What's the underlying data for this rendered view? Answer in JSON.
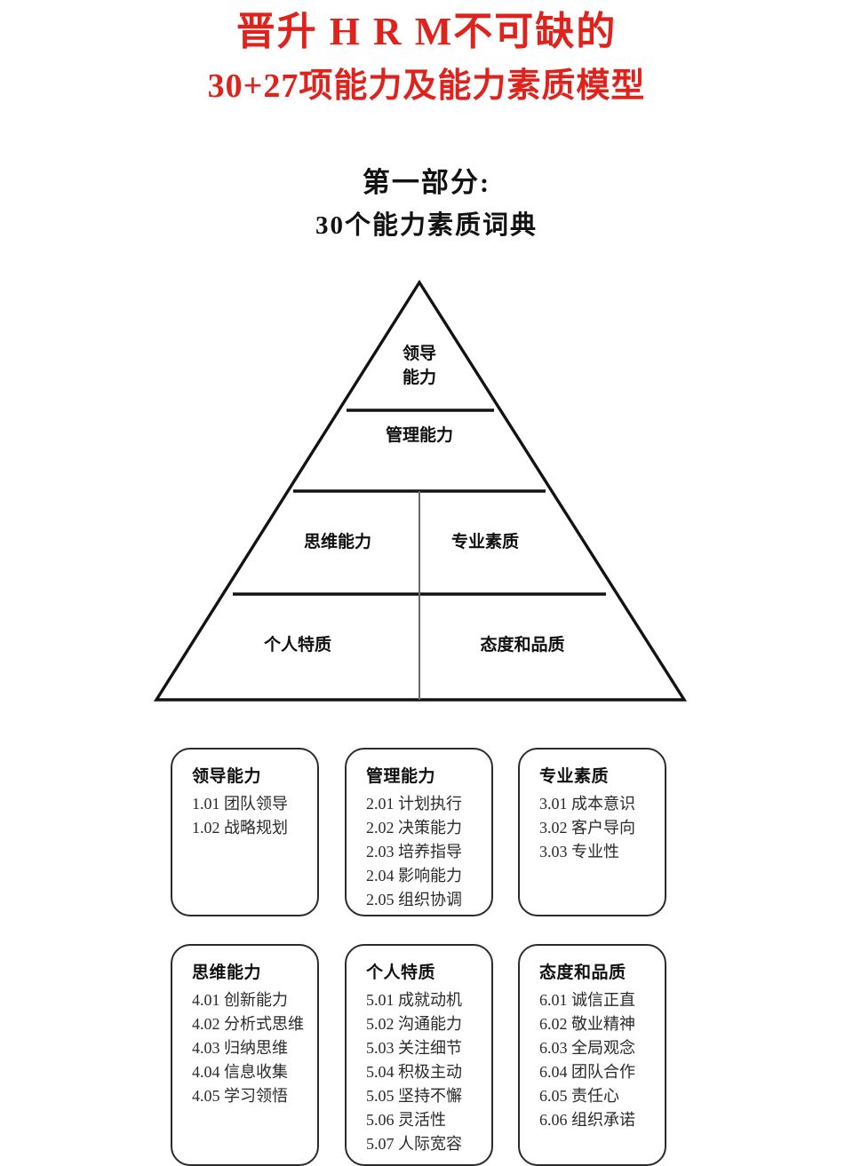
{
  "header": {
    "title_line_1": "晋升 H R M不可缺的",
    "title_line_2": "30+27项能力及能力素质模型",
    "title_color": "#e0221c"
  },
  "subtitle": {
    "part_label": "第一部分:",
    "part_name": "30个能力素质词典"
  },
  "pyramid": {
    "levels": [
      {
        "id": "leadership",
        "label_line_1": "领导",
        "label_line_2": "能力"
      },
      {
        "id": "management",
        "label": "管理能力"
      },
      {
        "id": "thinking",
        "label": "思维能力"
      },
      {
        "id": "professional",
        "label": "专业素质"
      },
      {
        "id": "personal",
        "label": "个人特质"
      },
      {
        "id": "attitude",
        "label": "态度和品质"
      }
    ]
  },
  "cards": [
    {
      "id": "leadership",
      "title": "领导能力",
      "items": [
        "1.01 团队领导",
        "1.02 战略规划"
      ]
    },
    {
      "id": "management",
      "title": "管理能力",
      "items": [
        "2.01 计划执行",
        "2.02 决策能力",
        "2.03 培养指导",
        "2.04  影响能力",
        "2.05 组织协调"
      ]
    },
    {
      "id": "professional",
      "title": "专业素质",
      "items": [
        "3.01 成本意识",
        "3.02 客户导向",
        "3.03 专业性"
      ]
    },
    {
      "id": "thinking",
      "title": "思维能力",
      "items": [
        "4.01 创新能力",
        "4.02 分析式思维",
        "4.03 归纳思维",
        "4.04 信息收集",
        "4.05 学习领悟"
      ]
    },
    {
      "id": "personal",
      "title": "个人特质",
      "items": [
        "5.01 成就动机",
        "5.02 沟通能力",
        "5.03 关注细节",
        "5.04 积极主动",
        "5.05 坚持不懈",
        "5.06 灵活性",
        "5.07 人际宽容"
      ]
    },
    {
      "id": "attitude",
      "title": "态度和品质",
      "items": [
        "6.01 诚信正直",
        "6.02 敬业精神",
        "6.03 全局观念",
        "6.04 团队合作",
        "6.05 责任心",
        "6.06 组织承诺"
      ]
    }
  ]
}
